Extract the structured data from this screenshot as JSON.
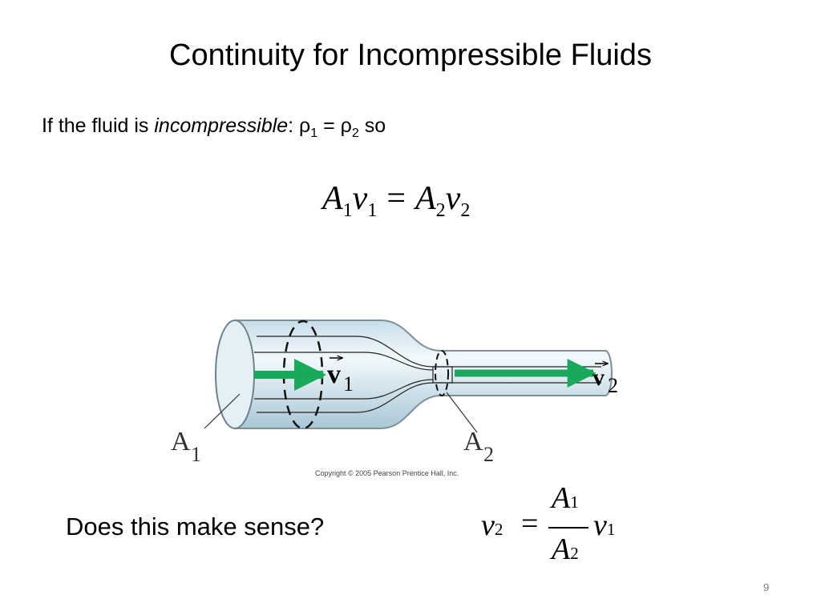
{
  "slide": {
    "title": "Continuity for Incompressible Fluids",
    "intro": {
      "prefix": "If the fluid is ",
      "emphasis": "incompressible",
      "colon": ": ",
      "rho": "ρ",
      "sub1": "1",
      "equals": " = ",
      "sub2": "2",
      "suffix": " so"
    },
    "equation_main": {
      "a": "A",
      "v": "v",
      "sub1": "1",
      "sub2": "2",
      "op": "="
    },
    "figure": {
      "label_a1": "A",
      "label_a1_sub": "1",
      "label_a2": "A",
      "label_a2_sub": "2",
      "label_v1": "v",
      "label_v1_sub": "1",
      "label_v2": "v",
      "label_v2_sub": "2",
      "pipe_color": "#d9ecf4",
      "arrow_color": "#1aa85c",
      "copyright": "Copyright © 2005 Pearson Prentice Hall, Inc."
    },
    "question": "Does this make sense?",
    "equation_solved": {
      "v": "v",
      "a": "A",
      "sub1": "1",
      "sub2": "2",
      "op": "="
    },
    "page_number": "9"
  }
}
